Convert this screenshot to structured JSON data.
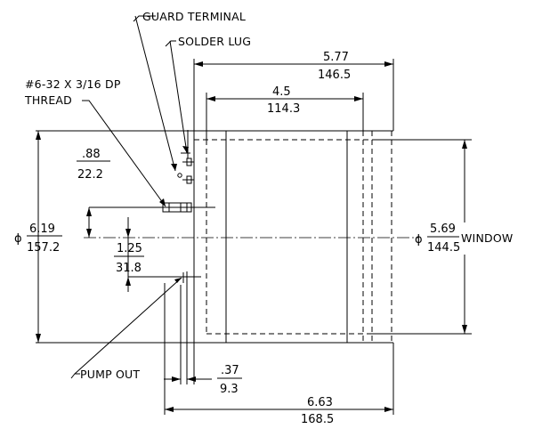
{
  "labels": {
    "guard_terminal": "GUARD TERMINAL",
    "solder_lug": "SOLDER LUG",
    "thread_line1": "#6-32 X 3/16 DP",
    "thread_line2": "THREAD",
    "pump_out": "PUMP OUT",
    "window": "WINDOW"
  },
  "dimensions": {
    "top_overall": {
      "inch": "5.77",
      "mm": "146.5"
    },
    "top_inner": {
      "inch": "4.5",
      "mm": "114.3"
    },
    "left_offset": {
      "inch": ".88",
      "mm": "22.2"
    },
    "pump_offset": {
      "inch": "1.25",
      "mm": "31.8"
    },
    "outer_diameter": {
      "symbol": "ϕ",
      "inch": "6.19",
      "mm": "157.2"
    },
    "window_diameter": {
      "symbol": "ϕ",
      "inch": "5.69",
      "mm": "144.5"
    },
    "flange": {
      "inch": ".37",
      "mm": "9.3"
    },
    "bottom_overall": {
      "inch": "6.63",
      "mm": "168.5"
    }
  },
  "colors": {
    "ink": "#000000",
    "paper": "#ffffff"
  }
}
